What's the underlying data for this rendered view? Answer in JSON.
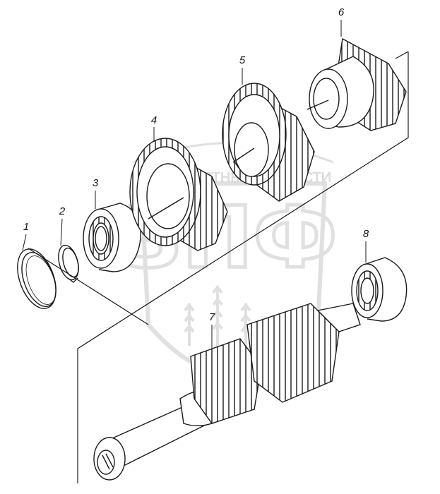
{
  "callouts": {
    "c1": "1",
    "c2": "2",
    "c3": "3",
    "c4": "4",
    "c5": "5",
    "c6": "6",
    "c7": "7",
    "c8": "8"
  },
  "watermark": {
    "logo_text": "ЗПФ",
    "arc_text": "ТРАНСПОРТНЫЕ ЗАПЧАСТИ"
  },
  "colors": {
    "line": "#1a1a1a",
    "watermark": "#c8c8c8"
  }
}
